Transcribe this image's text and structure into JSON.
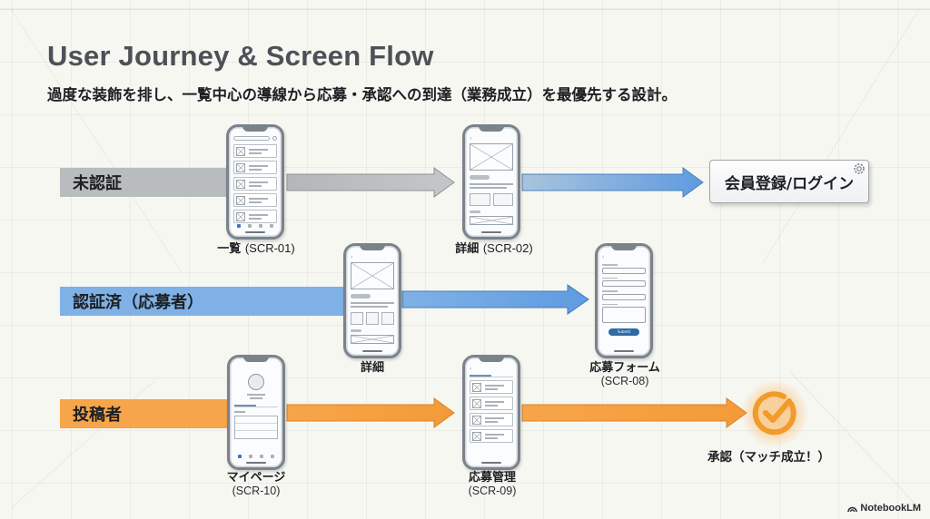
{
  "header": {
    "title": "User Journey & Screen Flow",
    "subtitle": "過度な装飾を排し、一覧中心の導線から応募・承認への到達（業務成立）を最優先する設計。"
  },
  "lanes": [
    {
      "label": "未認証",
      "color": "#b9bcbe"
    },
    {
      "label": "認証済（応募者）",
      "color": "#7fb1e6"
    },
    {
      "label": "投稿者",
      "color": "#f7a54a"
    }
  ],
  "screens": {
    "list": {
      "name": "一覧",
      "code": "(SCR-01)"
    },
    "detail_guest": {
      "name": "詳細",
      "code": "(SCR-02)"
    },
    "detail_auth": {
      "name": "詳細"
    },
    "apply_form": {
      "name": "応募フォーム",
      "code": "(SCR-08)",
      "submit_label": "Submit"
    },
    "mypage": {
      "name": "マイページ",
      "code": "(SCR-10)"
    },
    "applications": {
      "name": "応募管理",
      "code": "(SCR-09)"
    }
  },
  "destinations": {
    "login": {
      "label": "会員登録/ログイン",
      "icon": "gear-icon"
    },
    "approve": {
      "label": "承認（マッチ成立！）",
      "icon": "check-circle-icon",
      "color": "#f39a2b"
    }
  },
  "brand": {
    "label": "NotebookLM"
  }
}
